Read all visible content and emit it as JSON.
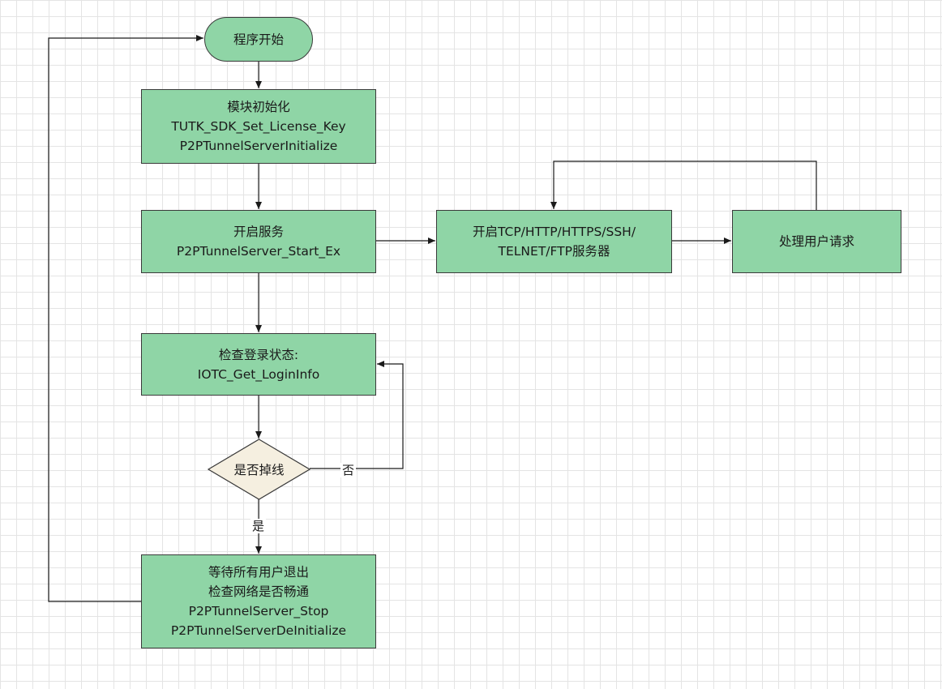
{
  "nodes": {
    "start": {
      "text": "程序开始"
    },
    "init": {
      "lines": [
        "模块初始化",
        "TUTK_SDK_Set_License_Key",
        "P2PTunnelServerInitialize"
      ]
    },
    "start_service": {
      "lines": [
        "开启服务",
        "P2PTunnelServer_Start_Ex"
      ]
    },
    "open_servers": {
      "lines": [
        "开启TCP/HTTP/HTTPS/SSH/",
        "TELNET/FTP服务器"
      ]
    },
    "handle_requests": {
      "text": "处理用户请求"
    },
    "check_login": {
      "lines": [
        "检查登录状态:",
        "IOTC_Get_LoginInfo"
      ]
    },
    "offline_decision": {
      "text": "是否掉线"
    },
    "shutdown": {
      "lines": [
        "等待所有用户退出",
        "检查网络是否畅通",
        "P2PTunnelServer_Stop",
        "P2PTunnelServerDeInitialize"
      ]
    }
  },
  "edge_labels": {
    "no": "否",
    "yes": "是"
  },
  "colors": {
    "process_fill": "#8fd5a6",
    "decision_fill": "#f5efe0",
    "stroke": "#3a3a3a",
    "grid": "#e4e4e4"
  }
}
